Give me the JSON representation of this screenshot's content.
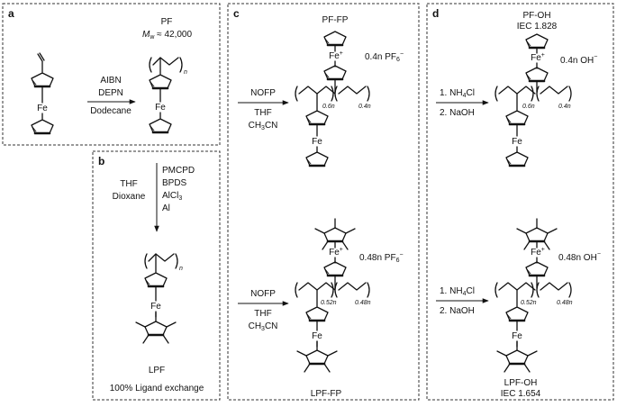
{
  "panels": {
    "a": {
      "letter": "a",
      "product_name": "PF",
      "mw_symbol": "M",
      "mw_sub": "w",
      "mw_value": " ≈ 42,000",
      "reagents": [
        "AIBN",
        "DEPN",
        "Dodecane"
      ],
      "metal": "Fe",
      "repeat_n": "n"
    },
    "b": {
      "letter": "b",
      "solvents": [
        "THF",
        "Dioxane"
      ],
      "reagents": [
        "PMCPD",
        "BPDS",
        "AlCl",
        "Al"
      ],
      "alcl_sub": "3",
      "metal": "Fe",
      "repeat_n": "n",
      "product_name": "LPF",
      "product_desc": "100% Ligand exchange"
    },
    "c": {
      "letter": "c",
      "top_name": "PF-FP",
      "bottom_name": "LPF-FP",
      "reagents_top": [
        "NOFP",
        "THF",
        "CH",
        "CN"
      ],
      "ch3_sub": "3",
      "counter_top": "0.4n PF",
      "counter_top_sub": "6",
      "counter_top_sup": "−",
      "counter_bottom": "0.48n PF",
      "counter_bottom_sub": "6",
      "counter_bottom_sup": "−",
      "frac_top": [
        "0.6n",
        "0.4n"
      ],
      "frac_bottom": [
        "0.52n",
        "0.48n"
      ],
      "metal": "Fe",
      "cation": "Fe",
      "cation_sup": "+"
    },
    "d": {
      "letter": "d",
      "top_name": "PF-OH",
      "top_iec": "IEC 1.828",
      "bottom_name": "LPF-OH",
      "bottom_iec": "IEC 1.654",
      "step1": "1. NH",
      "step1_sub": "4",
      "step1_tail": "Cl",
      "step2": "2. NaOH",
      "counter_top": "0.4n OH",
      "counter_top_sup": "−",
      "counter_bottom": "0.48n OH",
      "counter_bottom_sup": "−",
      "frac_top": [
        "0.6n",
        "0.4n"
      ],
      "frac_bottom": [
        "0.52n",
        "0.48n"
      ],
      "metal": "Fe",
      "cation": "Fe",
      "cation_sup": "+"
    }
  }
}
